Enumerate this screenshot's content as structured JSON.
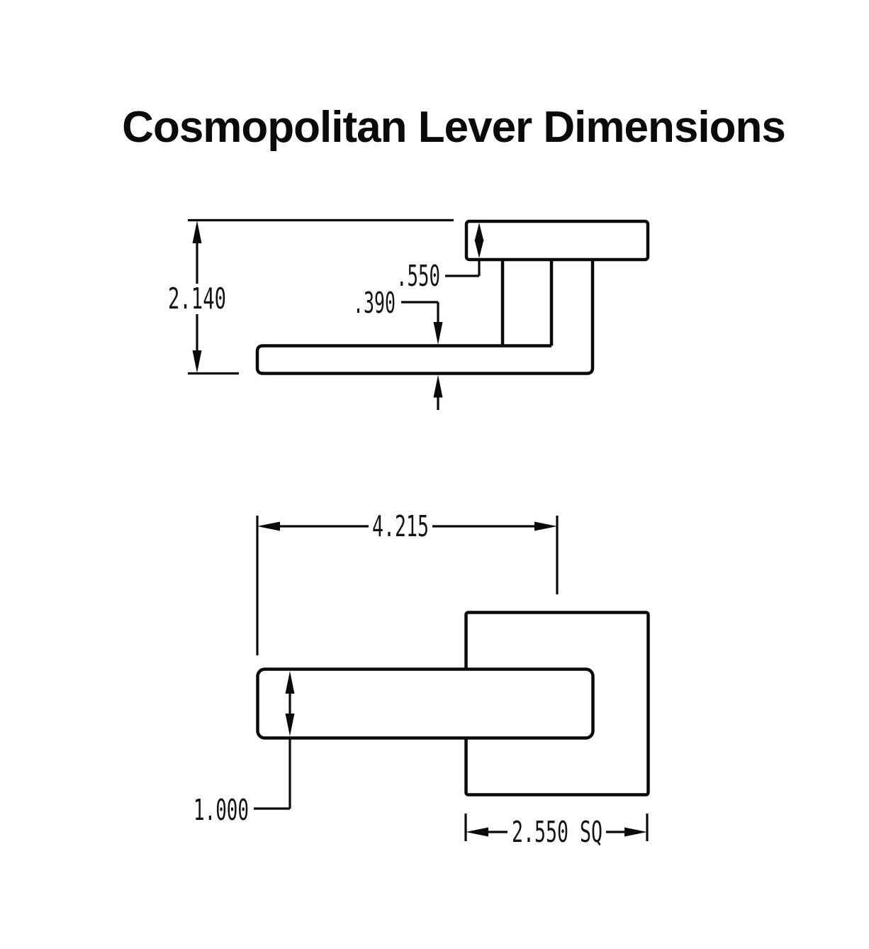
{
  "title": "Cosmopolitan Lever Dimensions",
  "side_view": {
    "overall_projection": "2.140",
    "rose_thickness": ".550",
    "lever_bar_thickness": ".390"
  },
  "front_view": {
    "lever_length": "4.215",
    "lever_bar_width": "1.000",
    "rose_plate_size": "2.550 SQ"
  }
}
